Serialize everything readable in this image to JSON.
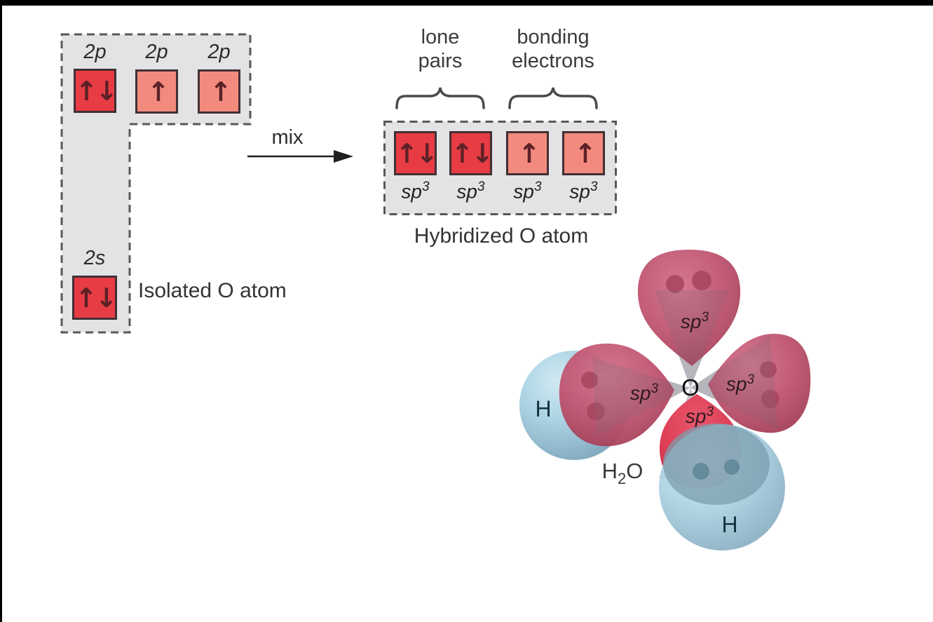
{
  "colors": {
    "paired_orbital_fill": "#e73c44",
    "single_orbital_fill": "#f28b7e",
    "orbital_border": "#413034",
    "electron_arrow": "#5c2127",
    "panel_background": "#e3e3e5",
    "panel_dash": "#58585b",
    "text": "#2b2b2b",
    "lobe_red": "#c05571",
    "lobe_red_bright": "#dd3d55",
    "hydrogen_blue": "#abd3e3",
    "cone_gray": "#b3b1b8"
  },
  "isolated": {
    "caption": "Isolated O atom",
    "p_orbitals": [
      {
        "label": "2p",
        "arrows": "↑↓"
      },
      {
        "label": "2p",
        "arrows": "↑"
      },
      {
        "label": "2p",
        "arrows": "↑"
      }
    ],
    "s_orbital": {
      "label": "2s",
      "arrows": "↑↓"
    }
  },
  "mix": {
    "label": "mix"
  },
  "hybridized": {
    "caption": "Hybridized O atom",
    "groups": {
      "lone": {
        "line1": "lone",
        "line2": "pairs"
      },
      "bonding": {
        "line1": "bonding",
        "line2": "electrons"
      }
    },
    "orbitals": [
      {
        "base": "sp",
        "sup": "3",
        "arrows": "↑↓"
      },
      {
        "base": "sp",
        "sup": "3",
        "arrows": "↑↓"
      },
      {
        "base": "sp",
        "sup": "3",
        "arrows": "↑"
      },
      {
        "base": "sp",
        "sup": "3",
        "arrows": "↑"
      }
    ]
  },
  "molecule": {
    "center": "O",
    "hydrogen_left": "H",
    "hydrogen_bottom": "H",
    "formula": {
      "h": "H",
      "sub": "2",
      "o": "O"
    },
    "lobes": [
      {
        "position": "top",
        "base": "sp",
        "sup": "3"
      },
      {
        "position": "left",
        "base": "sp",
        "sup": "3"
      },
      {
        "position": "right",
        "base": "sp",
        "sup": "3"
      },
      {
        "position": "bottom",
        "base": "sp",
        "sup": "3"
      }
    ]
  }
}
